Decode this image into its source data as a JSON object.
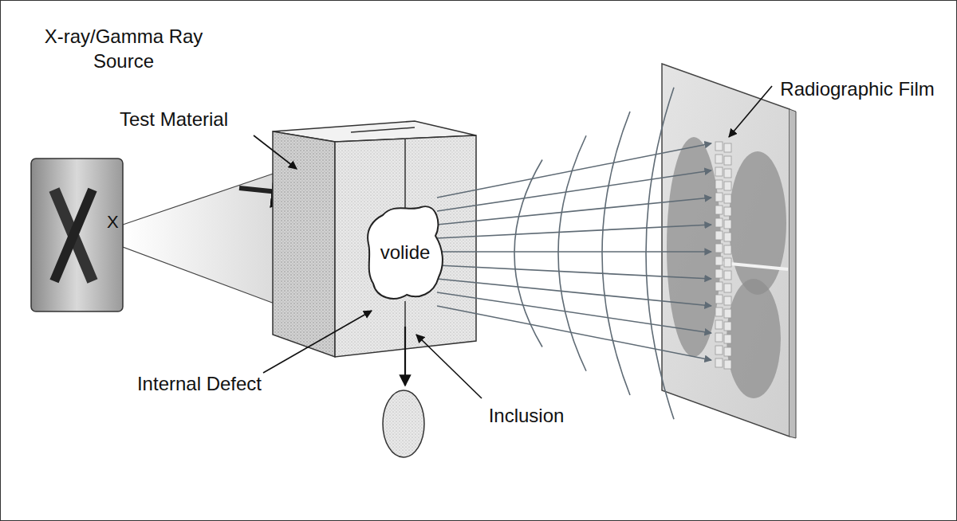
{
  "diagram": {
    "nodes": [
      {
        "text": [
          "X"
        ]
      },
      {
        "text": [
          "volide"
        ]
      }
    ],
    "labels": [
      "X-ray/Gamma Ray Source",
      "Test Material",
      "Internal Defect",
      "Inclusion",
      "Radiographic Film"
    ]
  }
}
